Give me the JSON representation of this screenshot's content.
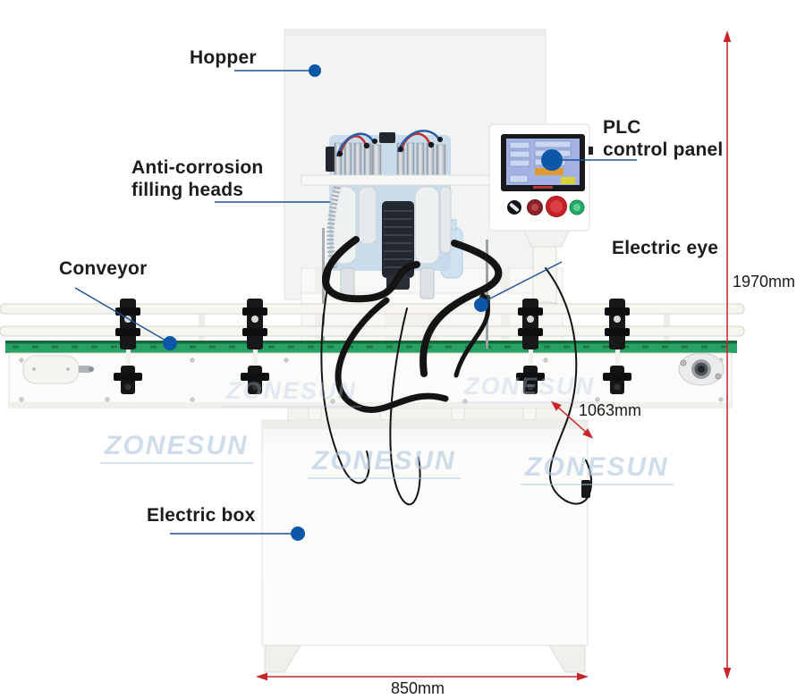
{
  "watermark": {
    "text": "ZONESUN"
  },
  "annotations": {
    "hopper": {
      "label": "Hopper"
    },
    "filling_heads": {
      "label_line1": "Anti-corrosion",
      "label_line2": "filling heads"
    },
    "plc": {
      "label_line1": "PLC",
      "label_line2": "control panel"
    },
    "electric_eye": {
      "label": "Electric eye"
    },
    "conveyor": {
      "label": "Conveyor"
    },
    "electric_box": {
      "label": "Electric box"
    }
  },
  "dimensions": {
    "machine_height": "1970mm",
    "machine_depth": "1063mm",
    "base_width": "850mm"
  },
  "colors": {
    "annotation_line": "#1d5296",
    "annotation_dot": "#0d57a8",
    "dimension_red": "#c9232b",
    "label_text": "#1c1c1c",
    "watermark": "#b2c7dd",
    "belt_green": "#2aa164",
    "filling_panel_blue": "#c7d9ec",
    "plc_screen_blue": "#a3b2e2"
  }
}
